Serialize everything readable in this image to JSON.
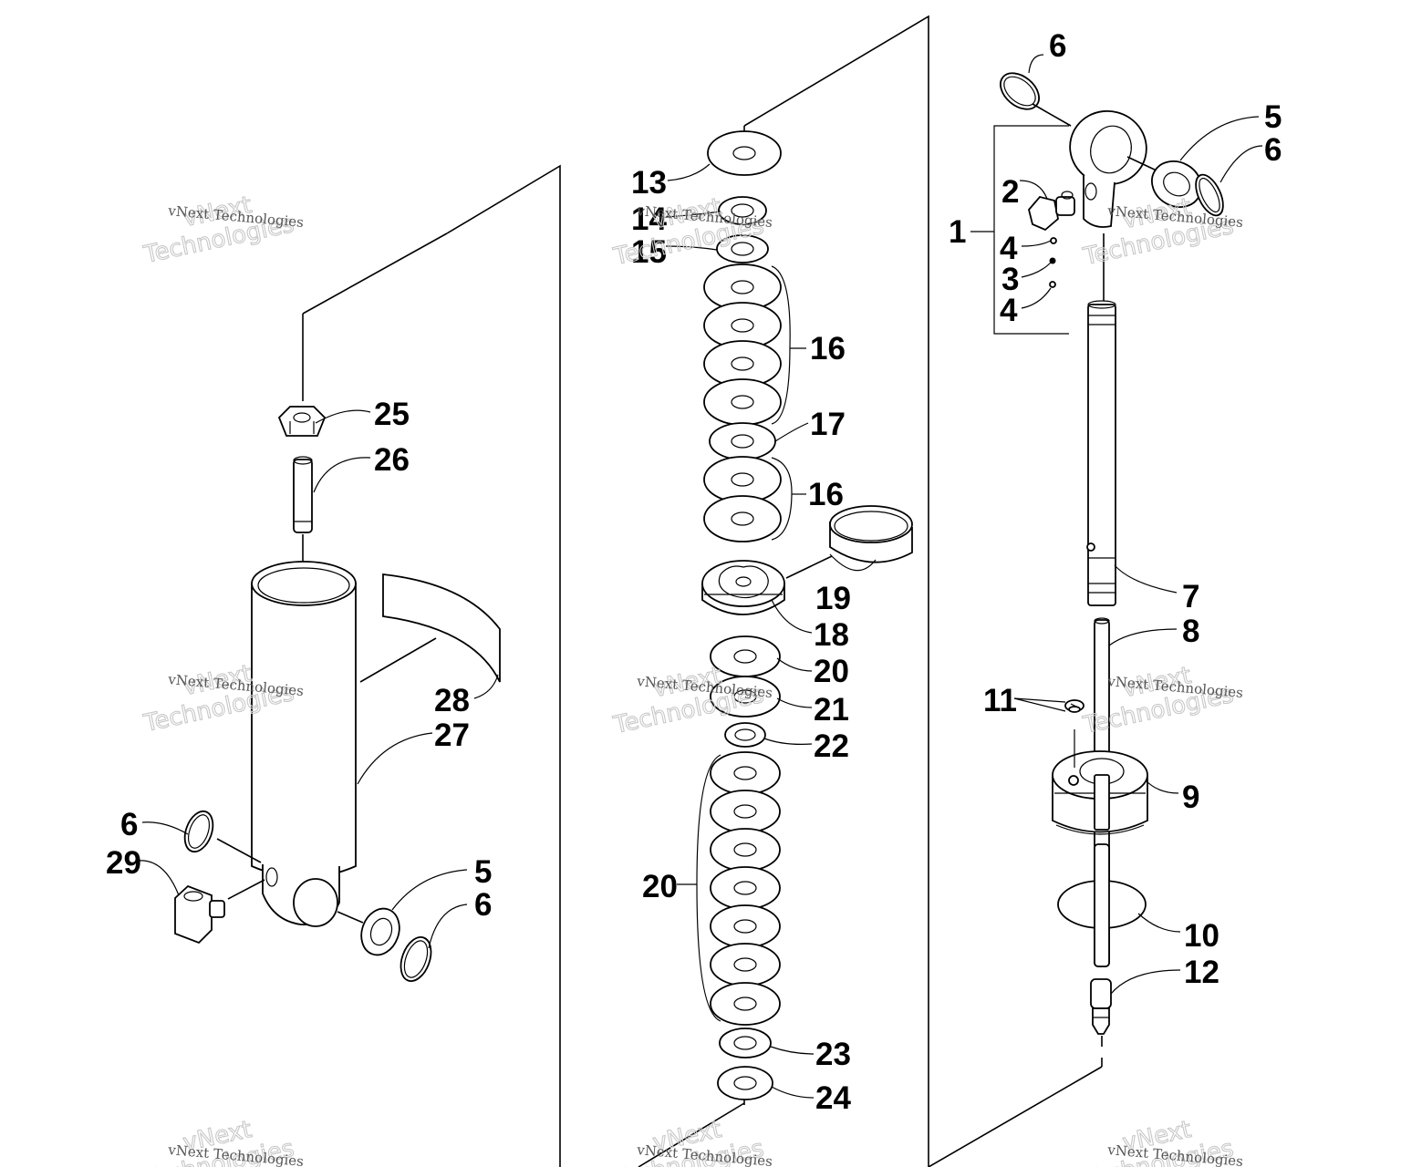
{
  "callouts": {
    "c1": "1",
    "c2": "2",
    "c3": "3",
    "c4a": "4",
    "c4b": "4",
    "c5r": "5",
    "c6rt": "6",
    "c6rr": "6",
    "c7": "7",
    "c8": "8",
    "c9": "9",
    "c10": "10",
    "c11": "11",
    "c12": "12",
    "c13": "13",
    "c14": "14",
    "c15": "15",
    "c16a": "16",
    "c17": "17",
    "c16b": "16",
    "c18": "18",
    "c19": "19",
    "c20a": "20",
    "c21": "21",
    "c22": "22",
    "c20b": "20",
    "c23": "23",
    "c24": "24",
    "c25": "25",
    "c26": "26",
    "c27": "27",
    "c28": "28",
    "c29": "29",
    "c6l": "6",
    "c5l": "5",
    "c6lr": "6"
  },
  "watermark": {
    "brand": "vNext",
    "word": "Technologies",
    "full": "vNext Technologies"
  },
  "colors": {
    "line": "#000000",
    "watermark": "#c8c8c8",
    "background": "#ffffff"
  }
}
